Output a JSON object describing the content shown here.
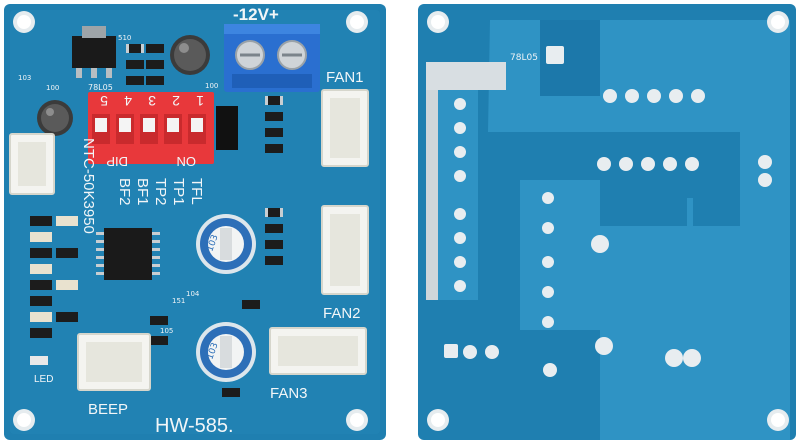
{
  "front": {
    "power_label": "-12V+",
    "fan1_label": "FAN1",
    "fan2_label": "FAN2",
    "fan3_label": "FAN3",
    "beep_label": "BEEP",
    "board_name": "HW-585.",
    "led_label": "LED",
    "dip_numbers": [
      "1",
      "2",
      "3",
      "4",
      "5"
    ],
    "dip_left": "DIP",
    "dip_right": "ON",
    "ntc_label": "NTC-50K3950",
    "mode_labels": [
      "TFL",
      "TP1",
      "TP2",
      "BF1",
      "BF2"
    ],
    "regulator_label": "78L05",
    "cap_label": "100",
    "resistor_codes": {
      "r103": "103",
      "r151": "151",
      "r104": "104",
      "r105": "105",
      "r510": "510",
      "r100": "100"
    },
    "pot_label": "103"
  },
  "back": {
    "silk_label": "78L05"
  },
  "colors": {
    "pcb_blue": "#1f7fb0",
    "pcb_blue_dark": "#146a98",
    "trace_blue": "#2f93c4",
    "pad_silver": "#e8edf0",
    "dip_red": "#e8383b",
    "terminal_blue": "#2a6fd0",
    "connector_white": "#f4f4f0"
  }
}
